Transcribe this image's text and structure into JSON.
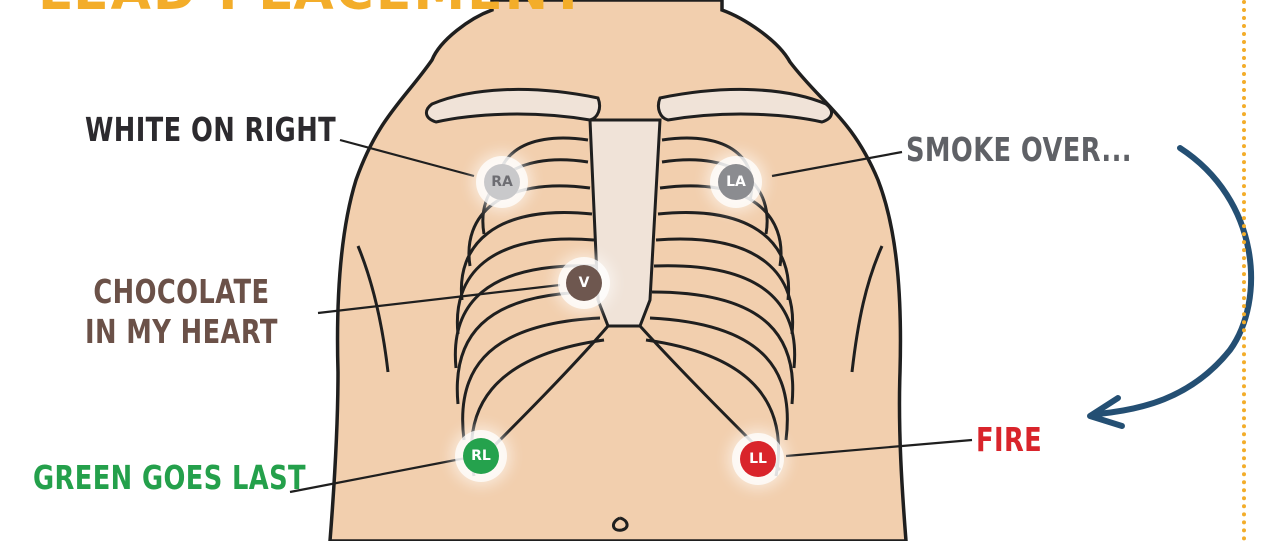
{
  "title": "LEAD PLACEMENT",
  "labels": {
    "white": "WHITE ON RIGHT",
    "smoke": "SMOKE OVER...",
    "chocolate_line1": "CHOCOLATE",
    "chocolate_line2": "IN MY HEART",
    "fire": "FIRE",
    "green": "GREEN GOES LAST"
  },
  "electrodes": {
    "ra": "RA",
    "la": "LA",
    "v": "V",
    "rl": "RL",
    "ll": "LL"
  },
  "colors": {
    "title": "#f3ad2a",
    "skin": "#f2cfae",
    "sternum": "#f0e3d8",
    "outline": "#1f1f1f",
    "arrow": "#244f73",
    "ra": "#c9c9cb",
    "la": "#8b8c90",
    "v": "#6e574f",
    "rl": "#25a24d",
    "ll": "#d9242b"
  }
}
